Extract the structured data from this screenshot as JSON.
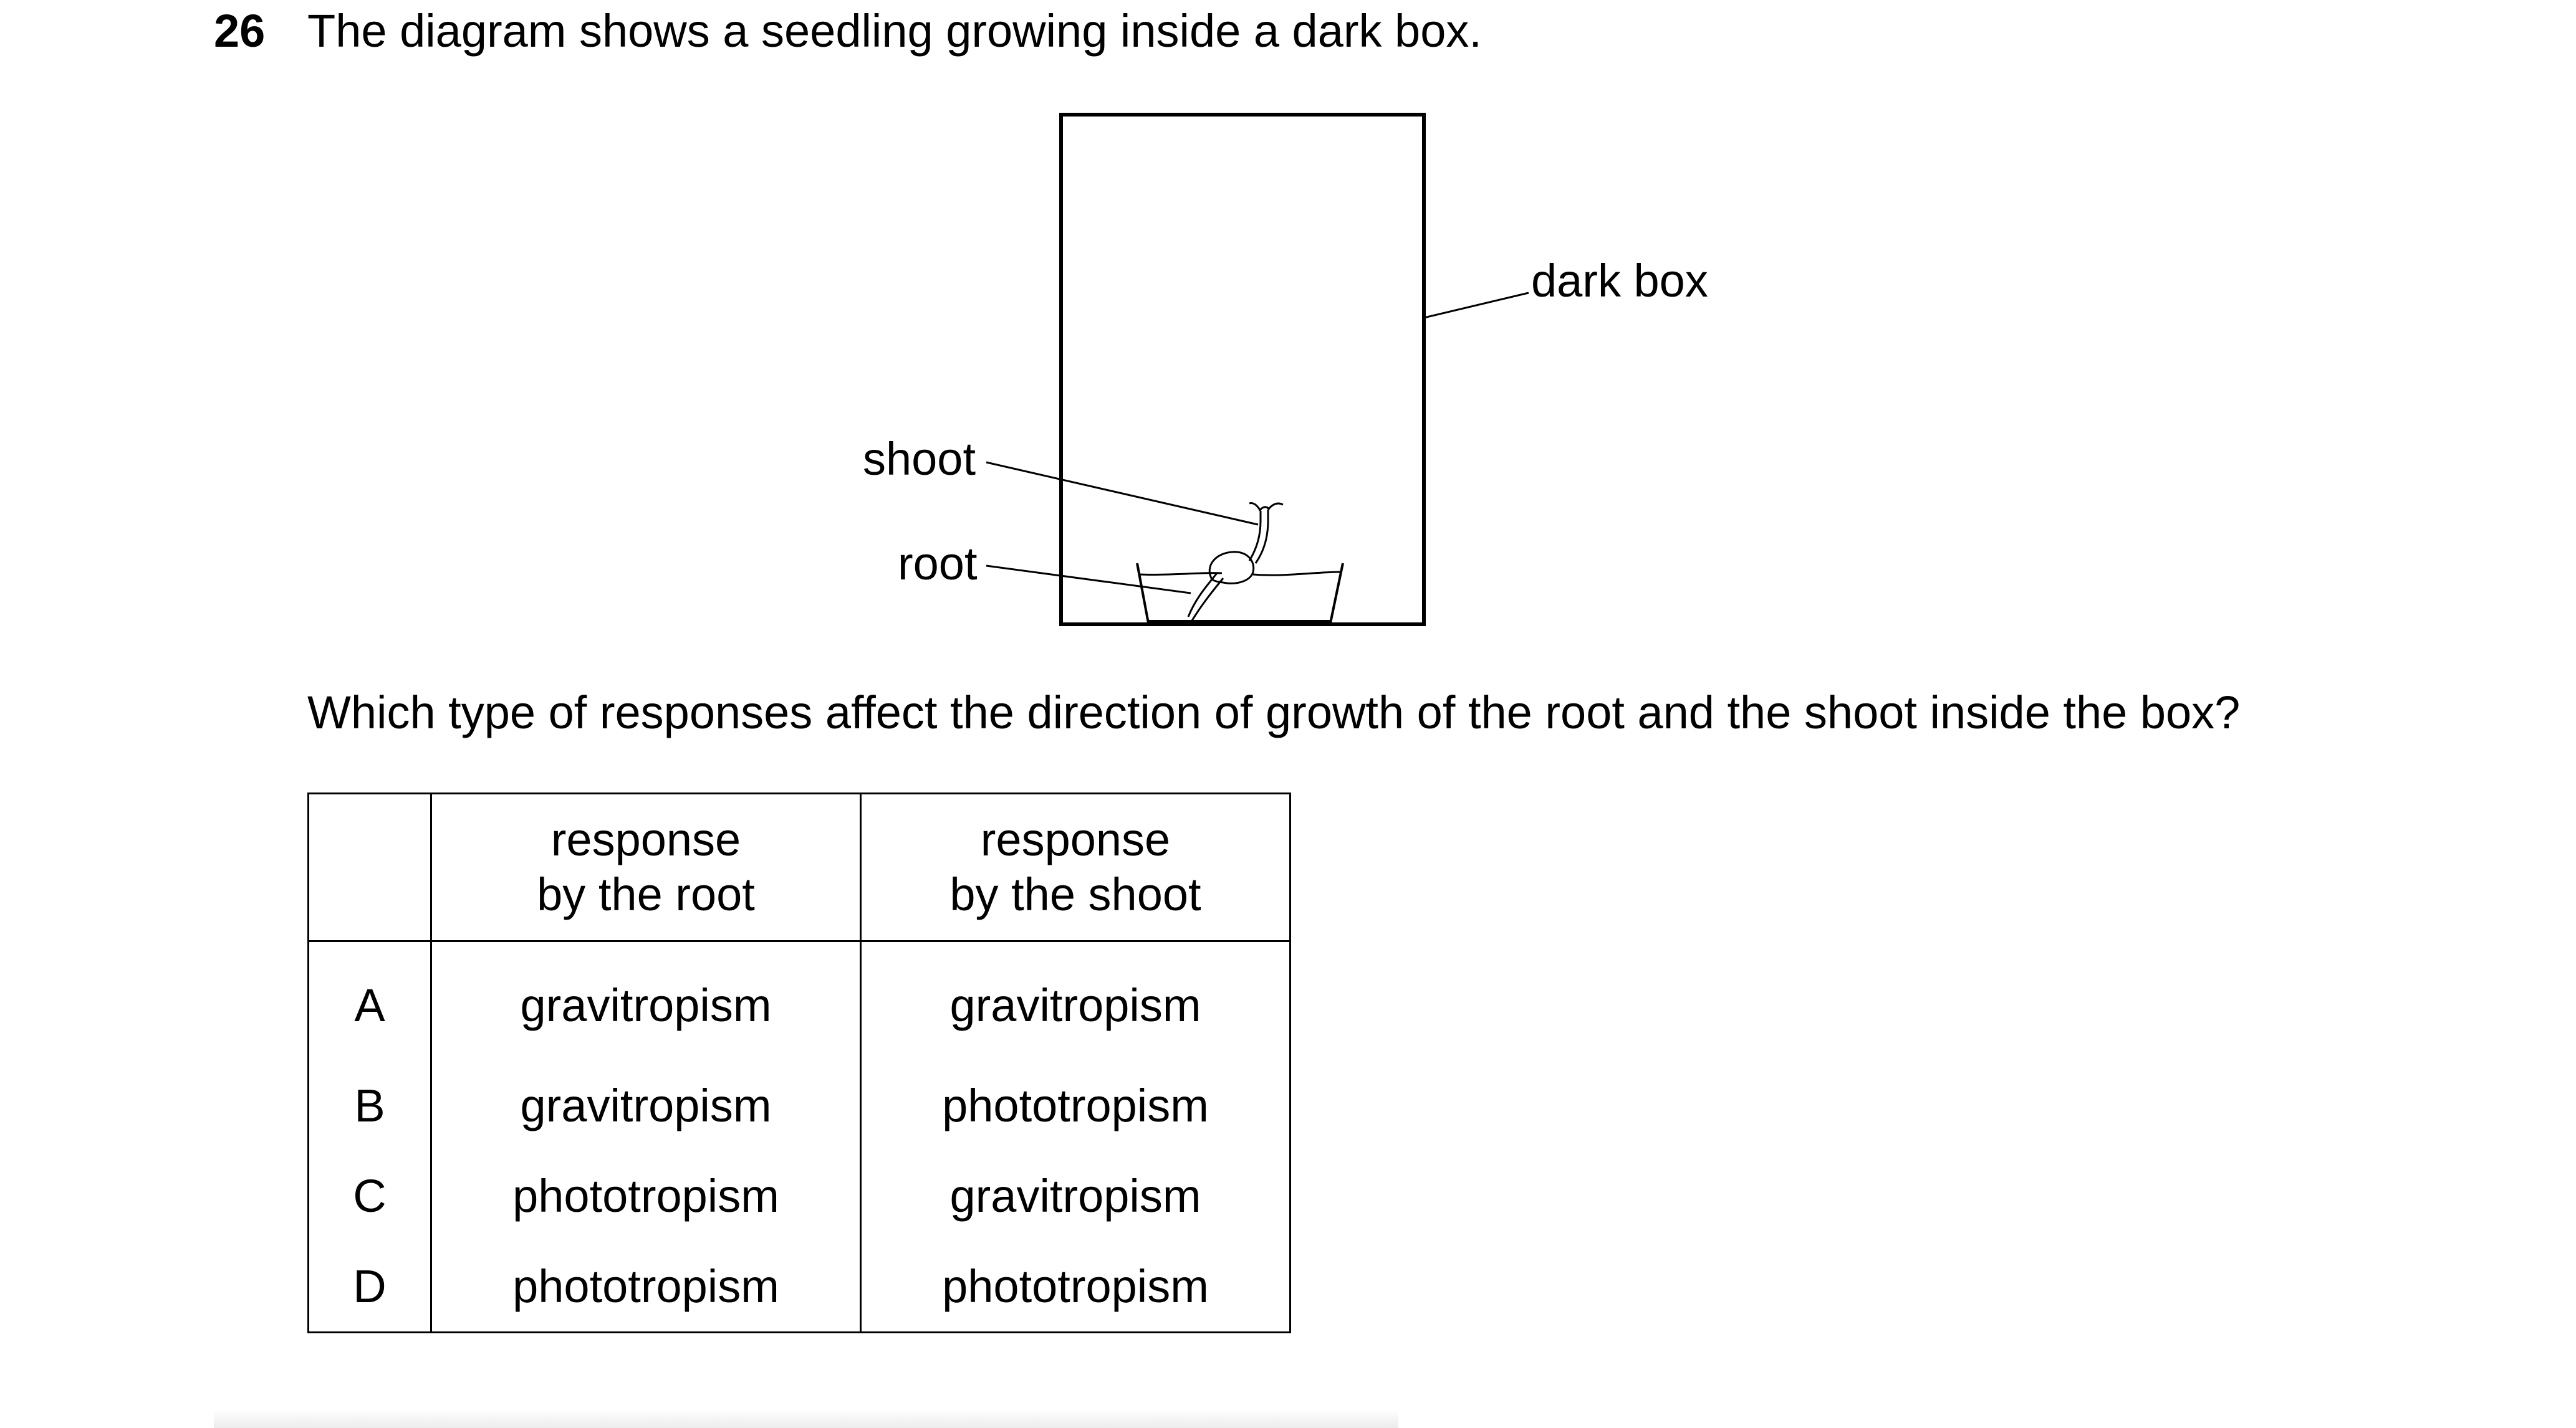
{
  "question": {
    "number": "26",
    "text": "The diagram shows a seedling growing inside a dark box."
  },
  "diagram": {
    "labels": {
      "dark_box": "dark box",
      "shoot": "shoot",
      "root": "root"
    }
  },
  "prompt": "Which type of responses affect the direction of growth of the root and the shoot inside the box?",
  "table": {
    "headers": {
      "root_line1": "response",
      "root_line2": "by the root",
      "shoot_line1": "response",
      "shoot_line2": "by the shoot"
    },
    "rows": [
      {
        "key": "A",
        "root": "gravitropism",
        "shoot": "gravitropism"
      },
      {
        "key": "B",
        "root": "gravitropism",
        "shoot": "phototropism"
      },
      {
        "key": "C",
        "root": "phototropism",
        "shoot": "gravitropism"
      },
      {
        "key": "D",
        "root": "phototropism",
        "shoot": "phototropism"
      }
    ]
  }
}
